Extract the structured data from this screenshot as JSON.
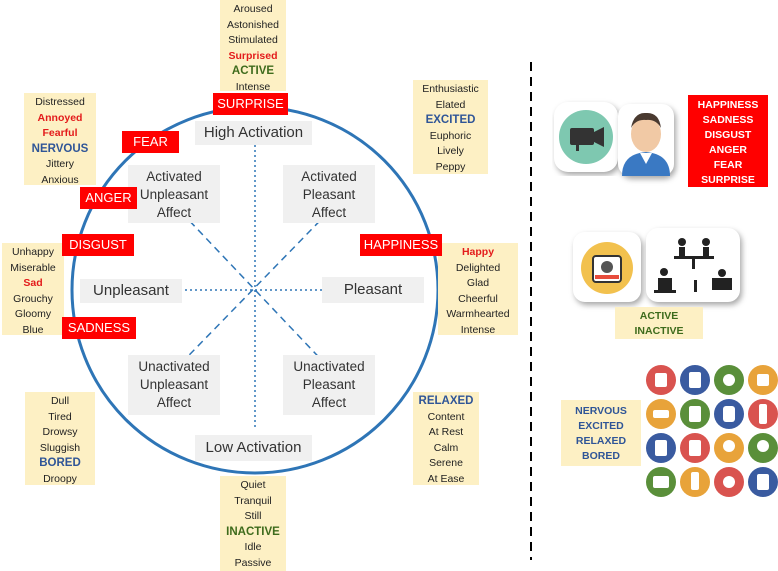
{
  "axes": {
    "top": "High Activation",
    "bottom": "Low Activation",
    "left": "Unpleasant",
    "right": "Pleasant"
  },
  "quadrants": {
    "top_left": [
      "Activated",
      "Unpleasant",
      "Affect"
    ],
    "top_right": [
      "Activated",
      "Pleasant",
      "Affect"
    ],
    "bottom_left": [
      "Unactivated",
      "Unpleasant",
      "Affect"
    ],
    "bottom_right": [
      "Unactivated",
      "Pleasant",
      "Affect"
    ]
  },
  "emotion_labels": {
    "surprise": "SURPRISE",
    "fear": "FEAR",
    "anger": "ANGER",
    "disgust": "DISGUST",
    "happiness": "HAPPINESS",
    "sadness": "SADNESS"
  },
  "word_lists": {
    "top": [
      "Aroused",
      "Astonished",
      "Stimulated",
      "Surprised",
      "ACTIVE",
      "Intense"
    ],
    "upper_left": [
      "Distressed",
      "Annoyed",
      "Fearful",
      "NERVOUS",
      "Jittery",
      "Anxious"
    ],
    "upper_right": [
      "Enthusiastic",
      "Elated",
      "EXCITED",
      "Euphoric",
      "Lively",
      "Peppy"
    ],
    "left": [
      "Unhappy",
      "Miserable",
      "Sad",
      "Grouchy",
      "Gloomy",
      "Blue"
    ],
    "right": [
      "Happy",
      "Delighted",
      "Glad",
      "Cheerful",
      "Warmhearted",
      "Intense"
    ],
    "lower_left": [
      "Dull",
      "Tired",
      "Drowsy",
      "Sluggish",
      "BORED",
      "Droopy"
    ],
    "lower_right": [
      "RELAXED",
      "Content",
      "At Rest",
      "Calm",
      "Serene",
      "At Ease"
    ],
    "bottom": [
      "Quiet",
      "Tranquil",
      "Still",
      "INACTIVE",
      "Idle",
      "Passive"
    ]
  },
  "side_panel": {
    "emotions": [
      "HAPPINESS",
      "SADNESS",
      "DISGUST",
      "ANGER",
      "FEAR",
      "SURPRISE"
    ],
    "arousal": [
      "ACTIVE",
      "INACTIVE"
    ],
    "states": [
      "NERVOUS",
      "EXCITED",
      "RELAXED",
      "BORED"
    ]
  },
  "icons": {
    "camera": "video-camera-icon",
    "person": "person-avatar-icon",
    "photo_camera": "photo-camera-icon",
    "people_scene": "people-activity-icon",
    "wearables": "wearable-devices-icon"
  },
  "colors": {
    "red": "#ff0000",
    "cream": "#fdf0c4",
    "circle": "#2e75b6",
    "green_text": "#3e6b1c",
    "blue_text": "#2f5597"
  }
}
